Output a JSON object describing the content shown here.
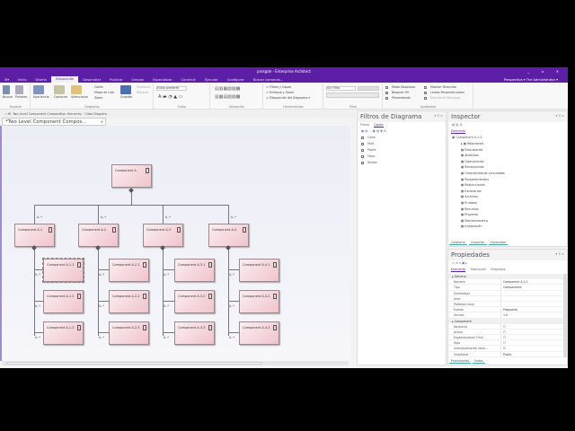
{
  "window": {
    "title": "prosgde - Enterprise Architect",
    "controls": "_ ▫ ✕"
  },
  "menu": {
    "items": [
      "Inicio",
      "Diseño",
      "Disposición",
      "Desarrollar",
      "Publicar",
      "Simular",
      "Especializar",
      "Construir",
      "Ejecutar",
      "Configurar"
    ],
    "active": 2,
    "search": "Buscar comando...",
    "perspective": "Perspectiva",
    "user": "The Administrator"
  },
  "ribbon": {
    "explorar": {
      "label": "Explorar",
      "buttons": [
        "Buscar",
        "Portales"
      ]
    },
    "diagrama": {
      "label": "Diagrama",
      "buttons": [
        "Apariencia",
        "Opciones",
        "Seleccionar"
      ],
      "small": [
        "Calles",
        "Mapa de ruta",
        "Zoom"
      ],
      "save": "Guardar",
      "undo": "Deshacer",
      "redo": "Rehacer"
    },
    "estilo": {
      "label": "Estilo",
      "font": "Estilo prederte"
    },
    "alineacion": {
      "label": "Alineación"
    },
    "herramientas": {
      "label": "Herramientas",
      "items": [
        "Filtros y Capas",
        "Enfoque y Zoom",
        "Disposición del Diagrama"
      ]
    },
    "filtro": {
      "label": "Filtro",
      "value": "Sin Filtro"
    },
    "ayudantes": {
      "label": "Ayudantes",
      "items": [
        "Modo Desplazar",
        "Bloqueo HV",
        "Presentación",
        "Mostrar Dirección",
        "Líneas Perpendiculares",
        "Reordenar Mensajes"
      ]
    }
  },
  "breadcrumb": "Two Level Component Composition Hierarchy · Class Diagram",
  "doc_tab": "*Two Level Component Compos...",
  "diagram": {
    "root": "Component A",
    "multiplicity": "0..*",
    "level1": [
      "Component A.1",
      "Component A.2",
      "Component A.3",
      "Component A.4"
    ],
    "level2": [
      [
        "Component A.1.1",
        "Component A.1.2",
        "Component A.1.3"
      ],
      [
        "Component A.2.1",
        "Component A.2.2",
        "Component A.2.3"
      ],
      [
        "Component A.3.1",
        "Component A.3.2",
        "Component A.3.3"
      ],
      [
        "Component A.4.1",
        "Component A.4.2",
        "Component A.4.3"
      ]
    ],
    "selected": "Component A.1.1"
  },
  "filters": {
    "title": "Filtros de Diagrama",
    "tabs": [
      "Filtros",
      "Capas"
    ],
    "active_tab": 1,
    "layers": [
      {
        "label": "Capa",
        "checked": false
      },
      {
        "label": "Mult",
        "checked": false
      },
      {
        "label": "Padre",
        "checked": true
      },
      {
        "label": "Hijos",
        "checked": true
      },
      {
        "label": "Nietos",
        "checked": true
      }
    ]
  },
  "inspector": {
    "title": "Inspector",
    "tab": "Elemento",
    "root": "Component A.1.1",
    "items": [
      "Relaciones",
      "Discusiones",
      "Atributos",
      "Operaciones",
      "Recepciones",
      "Características vinculadas",
      "Requerimientos",
      "Restricciones",
      "Escenarios",
      "Archivos",
      "Pruebas",
      "Recursos",
      "Proyecto",
      "Mantenimiento",
      "Integración"
    ],
    "bottom_tabs": [
      "Colaborar",
      "Inspector",
      "Explorador"
    ]
  },
  "properties": {
    "title": "Propiedades",
    "tabs": [
      "Elemento",
      "Traducción",
      "Etiquetas"
    ],
    "sections": [
      {
        "name": "General",
        "rows": [
          [
            "Nombre",
            "Component A.1.1"
          ],
          [
            "Tipo",
            "Componente"
          ],
          [
            "Estereotipo",
            ""
          ],
          [
            "Alias",
            ""
          ],
          [
            "Palabras clave",
            ""
          ],
          [
            "Estado",
            "Propuesto"
          ],
          [
            "Versión",
            "1.0"
          ]
        ]
      },
      {
        "name": "Component",
        "rows": [
          [
            "Abstracto",
            "☐"
          ],
          [
            "Activo",
            "☐"
          ],
          [
            "Especialización Final",
            "☐"
          ],
          [
            "Hoja",
            "☐"
          ],
          [
            "Individualmente Insta...",
            "☑"
          ],
          [
            "Visibilidad",
            "Public"
          ]
        ]
      }
    ],
    "bottom_tabs": [
      "Propiedades",
      "Notas"
    ]
  }
}
